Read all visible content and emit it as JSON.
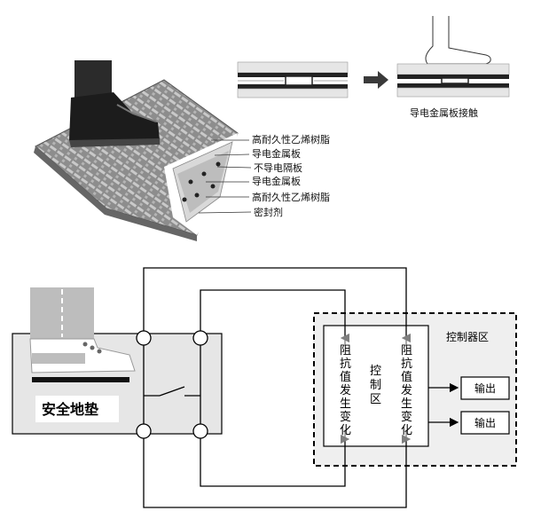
{
  "top": {
    "layer_labels": [
      "高耐久性乙烯树脂",
      "导电金属板",
      "不导电隔板",
      "导电金属板",
      "高耐久性乙烯树脂",
      "密封剂"
    ],
    "contact_caption": "导电金属板接触"
  },
  "bottom": {
    "mat_label": "安全地垫",
    "controller_title": "控制器区",
    "control_zone": [
      "控",
      "制",
      "区"
    ],
    "impedance_left": [
      "阻",
      "抗",
      "值",
      "发",
      "生",
      "变",
      "化"
    ],
    "impedance_right": [
      "阻",
      "抗",
      "值",
      "发",
      "生",
      "变",
      "化"
    ],
    "output_1": "输出",
    "output_2": "输出"
  },
  "colors": {
    "mat_fill": "#e6e6e6",
    "panel_fill": "#efefef",
    "layer_dark": "#222222",
    "arrow": "#3a3a3a"
  }
}
